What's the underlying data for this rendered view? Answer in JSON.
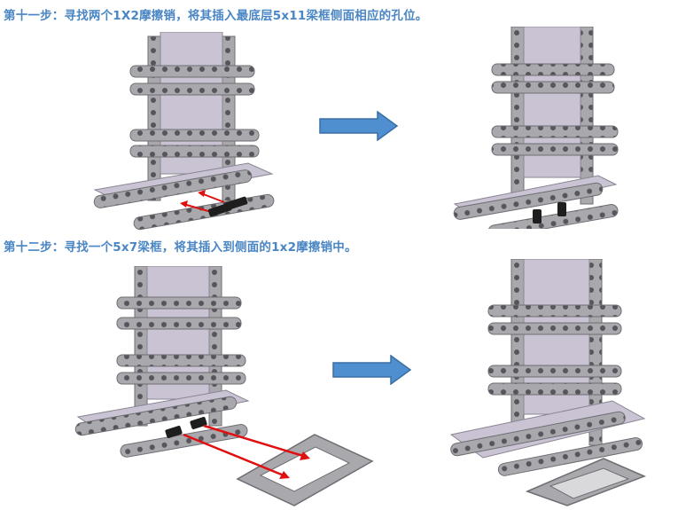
{
  "steps": [
    {
      "title": "第十一步：寻找两个1X2摩擦销，将其插入最底层5x11梁框侧面相应的孔位。",
      "before_image": "lego-frame-tower-with-two-1x2-friction-pins",
      "after_image": "lego-frame-tower-pins-inserted",
      "arrow_icon": "right-arrow-icon"
    },
    {
      "title": "第十二步：寻找一个5x7梁框，将其插入到侧面的1x2摩擦销中。",
      "before_image": "lego-frame-tower-with-5x7-frame",
      "after_image": "lego-frame-tower-5x7-frame-attached",
      "arrow_icon": "right-arrow-icon"
    }
  ],
  "colors": {
    "title": "#4a86c4",
    "arrow_fill": "#4f8fd0",
    "arrow_stroke": "#3a6fa5",
    "beam": "#a9a9ad",
    "beam_dark": "#6d6d73",
    "hole": "#4a4a50",
    "pin": "#1e1e1e",
    "guide": "#e01010"
  }
}
